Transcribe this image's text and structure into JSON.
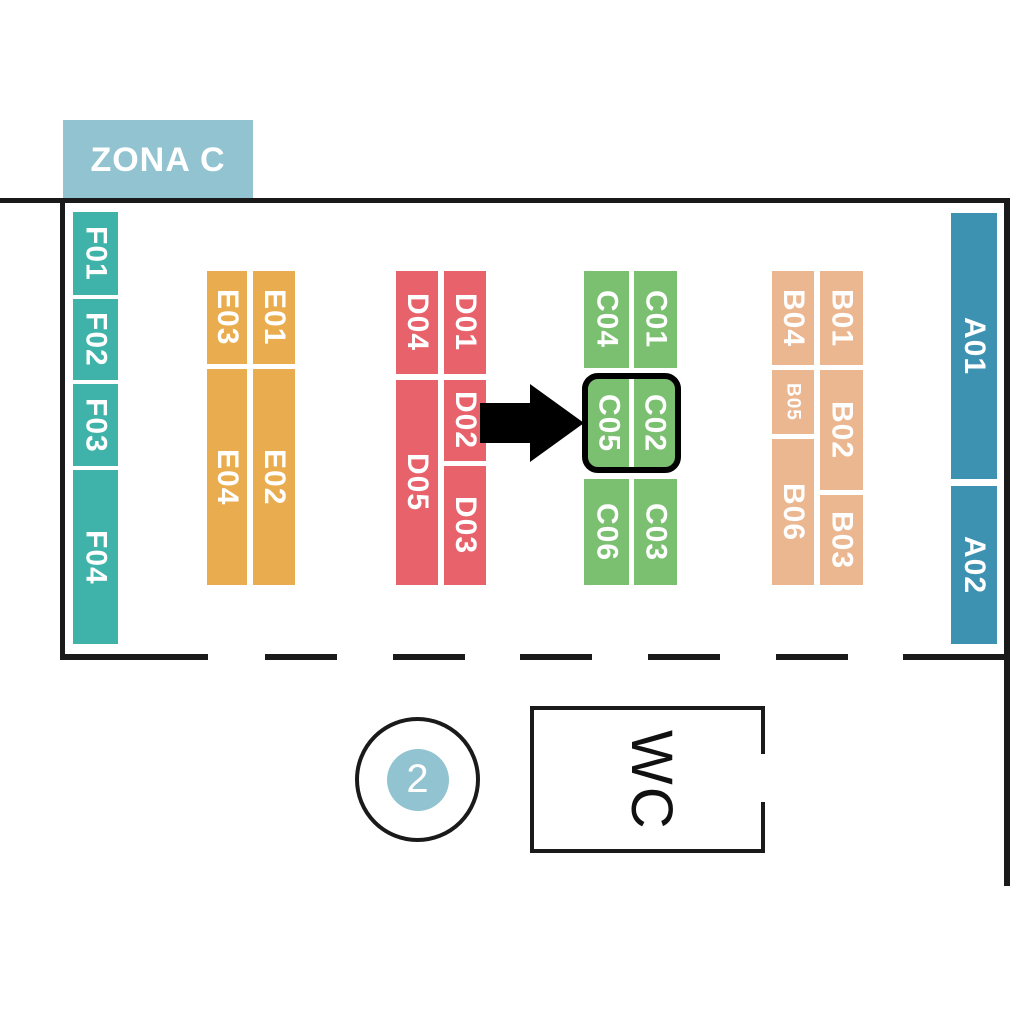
{
  "zone_label": "ZONA C",
  "selected_stand": "C02",
  "colors": {
    "row_f": "#3fb3a9",
    "row_e": "#e9ad4f",
    "row_d": "#e7626a",
    "row_c": "#7bbf70",
    "row_b": "#ebb791",
    "row_a": "#3d92b1",
    "zone_tag": "#91c3d0",
    "wall": "#1a1a1a"
  },
  "stands": {
    "F01": "F01",
    "F02": "F02",
    "F03": "F03",
    "F04": "F04",
    "E01": "E01",
    "E02": "E02",
    "E03": "E03",
    "E04": "E04",
    "D01": "D01",
    "D02": "D02",
    "D03": "D03",
    "D04": "D04",
    "D05": "D05",
    "C01": "C01",
    "C02": "C02",
    "C03": "C03",
    "C04": "C04",
    "C05": "C05",
    "C06": "C06",
    "B01": "B01",
    "B02": "B02",
    "B03": "B03",
    "B04": "B04",
    "B05": "B05",
    "B06": "B06",
    "A01": "A01",
    "A02": "A02"
  },
  "wc_label": "WC",
  "area_marker_number": "2",
  "icons": {
    "arrow": "arrow-right-icon",
    "marker": "area-number-marker"
  }
}
